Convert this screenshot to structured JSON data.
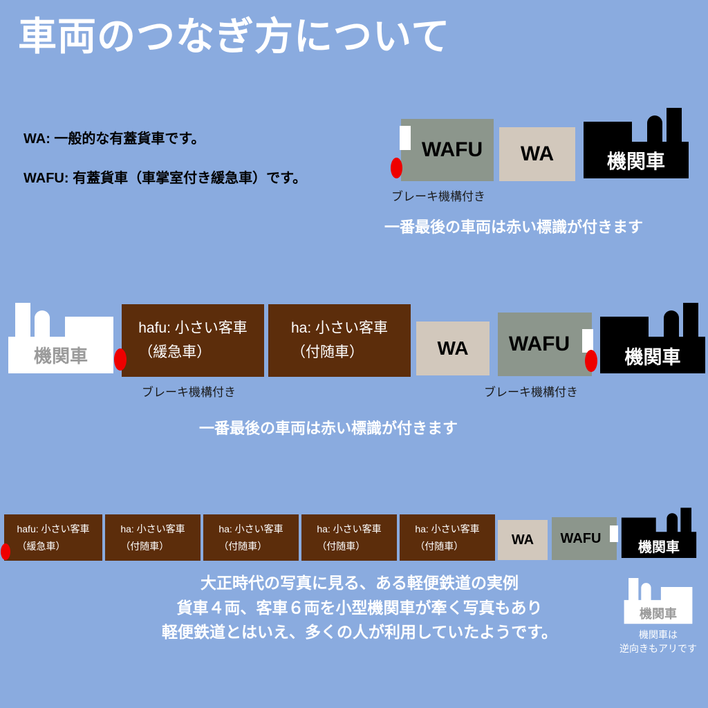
{
  "page": {
    "title": "車両のつなぎ方について",
    "bg_color": "#8aabdf",
    "colors": {
      "background": "#8aabdf",
      "wa_car": "#d2c8bc",
      "wafu_car": "#8c968c",
      "passenger_car": "#5c2d0b",
      "locomotive_black": "#000000",
      "locomotive_white": "#ffffff",
      "red_marker": "#ee0000",
      "title_text": "#ffffff"
    }
  },
  "legend": {
    "lines": [
      "WA: 一般的な有蓋貨車です。",
      "WAFU: 有蓋貨車（車掌室付き緩急車）です。"
    ]
  },
  "row1": {
    "cars": [
      {
        "type": "wafu",
        "label": "WAFU",
        "has_window": true,
        "has_red_marker": true,
        "brake": true
      },
      {
        "type": "wa",
        "label": "WA",
        "has_window": false,
        "has_red_marker": false,
        "brake": false
      },
      {
        "type": "locomotive",
        "label": "機関車",
        "color": "black",
        "flipped": false
      }
    ],
    "brake_caption": "ブレーキ機構付き",
    "note": "一番最後の車両は赤い標識が付きます"
  },
  "row2": {
    "cars": [
      {
        "type": "locomotive",
        "label": "機関車",
        "color": "white",
        "flipped": true
      },
      {
        "type": "passenger",
        "label_line1": "hafu: 小さい客車",
        "label_line2": "（緩急車）",
        "has_red_marker": true,
        "brake": true
      },
      {
        "type": "passenger",
        "label_line1": "ha: 小さい客車",
        "label_line2": "（付随車）",
        "has_red_marker": false,
        "brake": false
      },
      {
        "type": "wa",
        "label": "WA",
        "has_window": false,
        "has_red_marker": false,
        "brake": false
      },
      {
        "type": "wafu",
        "label": "WAFU",
        "has_window": true,
        "has_red_marker": true,
        "brake": true
      },
      {
        "type": "locomotive",
        "label": "機関車",
        "color": "black",
        "flipped": false
      }
    ],
    "brake_caption_left": "ブレーキ機構付き",
    "brake_caption_right": "ブレーキ機構付き",
    "note": "一番最後の車両は赤い標識が付きます"
  },
  "row3": {
    "cars": [
      {
        "type": "passenger",
        "label_line1": "hafu: 小さい客車",
        "label_line2": "（緩急車）",
        "has_red_marker": true
      },
      {
        "type": "passenger",
        "label_line1": "ha: 小さい客車",
        "label_line2": "（付随車）",
        "has_red_marker": false
      },
      {
        "type": "passenger",
        "label_line1": "ha: 小さい客車",
        "label_line2": "（付随車）",
        "has_red_marker": false
      },
      {
        "type": "passenger",
        "label_line1": "ha: 小さい客車",
        "label_line2": "（付随車）",
        "has_red_marker": false
      },
      {
        "type": "passenger",
        "label_line1": "ha: 小さい客車",
        "label_line2": "（付随車）",
        "has_red_marker": false
      },
      {
        "type": "wa",
        "label": "WA"
      },
      {
        "type": "wafu",
        "label": "WAFU",
        "has_window": true
      },
      {
        "type": "locomotive",
        "label": "機関車",
        "color": "black",
        "flipped": false
      }
    ]
  },
  "footer": {
    "lines": [
      "大正時代の写真に見る、ある軽便鉄道の実例",
      "貨車４両、客車６両を小型機関車が牽く写真もあり",
      "軽便鉄道とはいえ、多くの人が利用していたようです。"
    ]
  },
  "reverse_note": {
    "locomotive_label": "機関車",
    "caption_line1": "機関車は",
    "caption_line2": "逆向きもアリです"
  }
}
